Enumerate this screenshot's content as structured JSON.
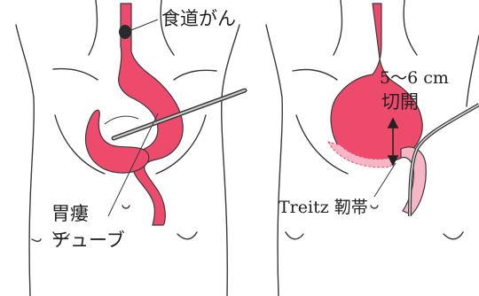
{
  "left_panel": {
    "label_esophageal_cancer": "食道がん",
    "label_gastrostomy_line1": "胃瘻",
    "label_gastrostomy_line2": "チューブ"
  },
  "right_panel": {
    "label_incision_length": "5～6 cm",
    "label_incision": "切開",
    "label_treitz_ligament": "Treitz 靭帯"
  },
  "colors": {
    "organ_fill": "#ee4a6c",
    "organ_pale": "#f6b6c6",
    "outline": "#3a3a3a",
    "tumor": "#2a2a2a",
    "tube": "#555555"
  }
}
